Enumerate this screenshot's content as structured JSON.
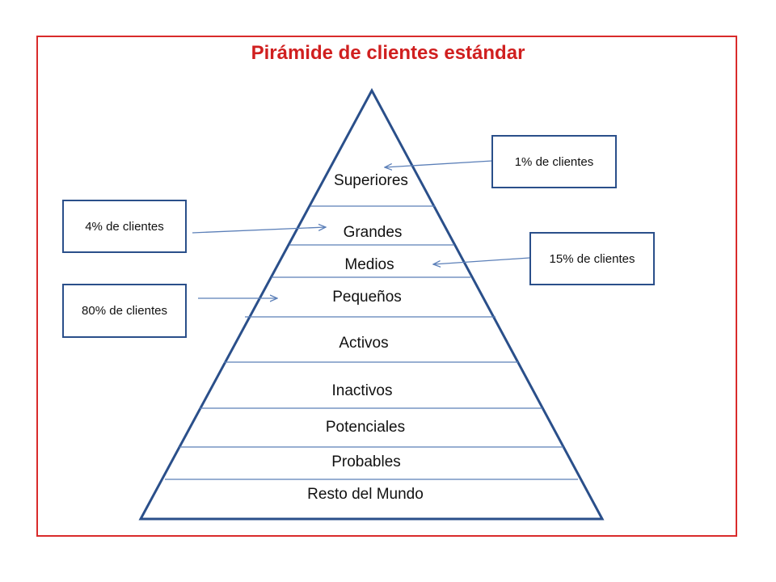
{
  "title": "Pirámide de clientes estándar",
  "levels": [
    "Superiores",
    "Grandes",
    "Medios",
    "Pequeños",
    "Activos",
    "Inactivos",
    "Potenciales",
    "Probables",
    "Resto del Mundo"
  ],
  "callouts": {
    "pct_1": "1% de clientes",
    "pct_4": "4% de clientes",
    "pct_15": "15% de clientes",
    "pct_80": "80% de clientes"
  },
  "colors": {
    "frame": "#d92b2b",
    "title": "#d01f1f",
    "pyramid": "#2a4f8a",
    "divider": "#5b7fb8",
    "arrow": "#5b7fb8"
  }
}
